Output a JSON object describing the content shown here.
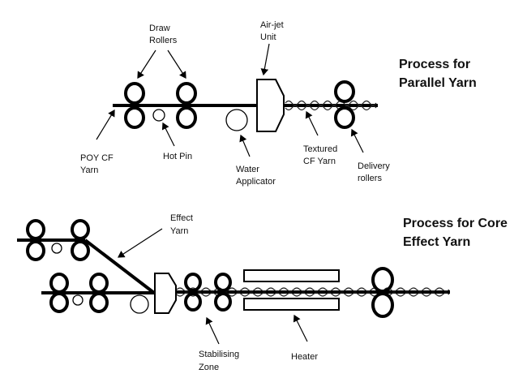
{
  "diagram": {
    "parallel": {
      "title_line1": "Process for",
      "title_line2": "Parallel Yarn",
      "labels": {
        "draw_rollers_1": "Draw",
        "draw_rollers_2": "Rollers",
        "air_jet_1": "Air-jet",
        "air_jet_2": "Unit",
        "poy_1": "POY CF",
        "poy_2": "Yarn",
        "hot_pin": "Hot Pin",
        "water_1": "Water",
        "water_2": "Applicator",
        "textured_1": "Textured",
        "textured_2": "CF Yarn",
        "delivery_1": "Delivery",
        "delivery_2": "rollers"
      }
    },
    "core_effect": {
      "title_line1": "Process for Core",
      "title_line2": "Effect Yarn",
      "labels": {
        "effect_1": "Effect",
        "effect_2": "Yarn",
        "stab_1": "Stabilising",
        "stab_2": "Zone",
        "heater": "Heater"
      }
    }
  }
}
